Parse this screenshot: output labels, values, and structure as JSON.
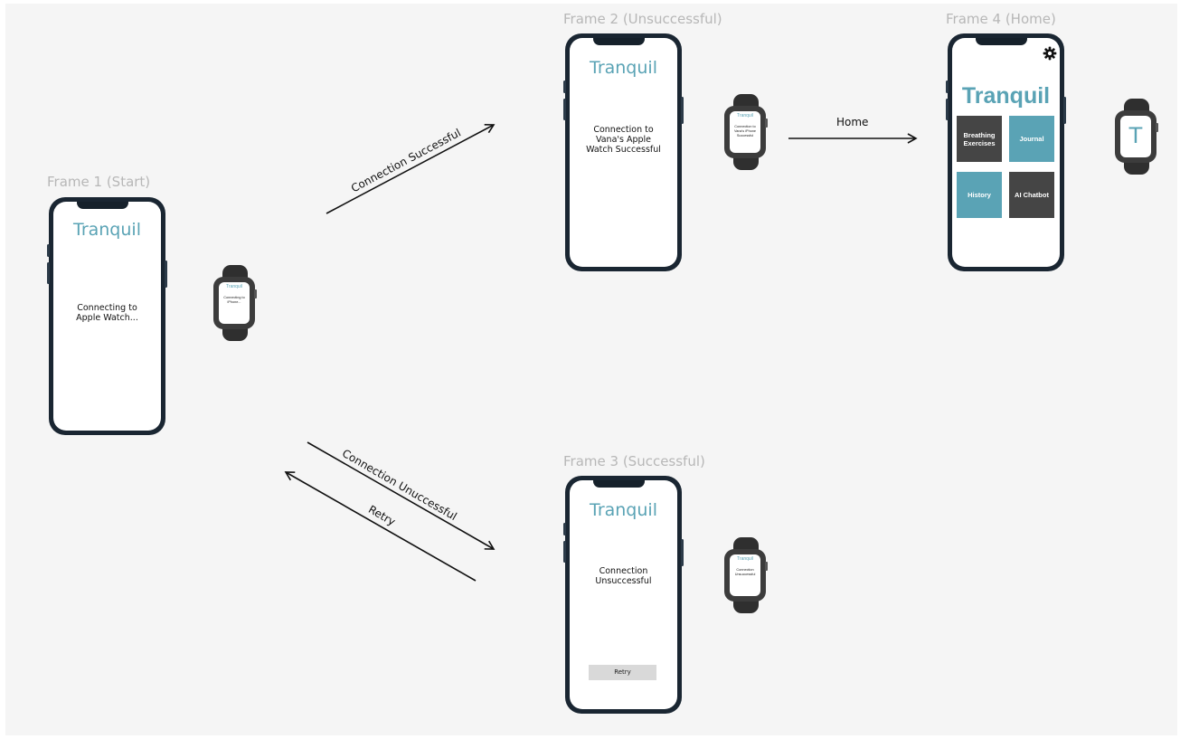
{
  "app_name": "Tranquil",
  "frames": {
    "f1": {
      "label": "Frame 1 (Start)",
      "phone_status": "Connecting to Apple Watch...",
      "watch_title": "Tranquil",
      "watch_status": "Connecting to iPhone..."
    },
    "f2": {
      "label": "Frame 2 (Unsuccessful)",
      "phone_status": "Connection to Vana's Apple Watch Successful",
      "watch_title": "Tranquil",
      "watch_status": "Connection to Vana's iPhone Successful"
    },
    "f3": {
      "label": "Frame 3 (Successful)",
      "phone_status": "Connection Unsuccessful",
      "retry_label": "Retry",
      "watch_title": "Tranquil",
      "watch_status": "Connection Unsuccessful"
    },
    "f4": {
      "label": "Frame 4 (Home)",
      "title": "Tranquil",
      "tiles": [
        {
          "label": "Breathing Exercises",
          "color": "#454545"
        },
        {
          "label": "Journal",
          "color": "#5aa3b5"
        },
        {
          "label": "History",
          "color": "#5aa3b5"
        },
        {
          "label": "AI Chatbot",
          "color": "#454545"
        }
      ],
      "settings_icon": "gear-icon",
      "watch_logo": "T"
    }
  },
  "transitions": {
    "success": "Connection Successful",
    "unsuccessful": "Connection Unuccessful",
    "retry": "Retry",
    "home": "Home"
  },
  "colors": {
    "brand": "#5aa3b5",
    "canvas": "#f5f5f5",
    "tile_dark": "#454545",
    "label_gray": "#b7b7b7"
  }
}
